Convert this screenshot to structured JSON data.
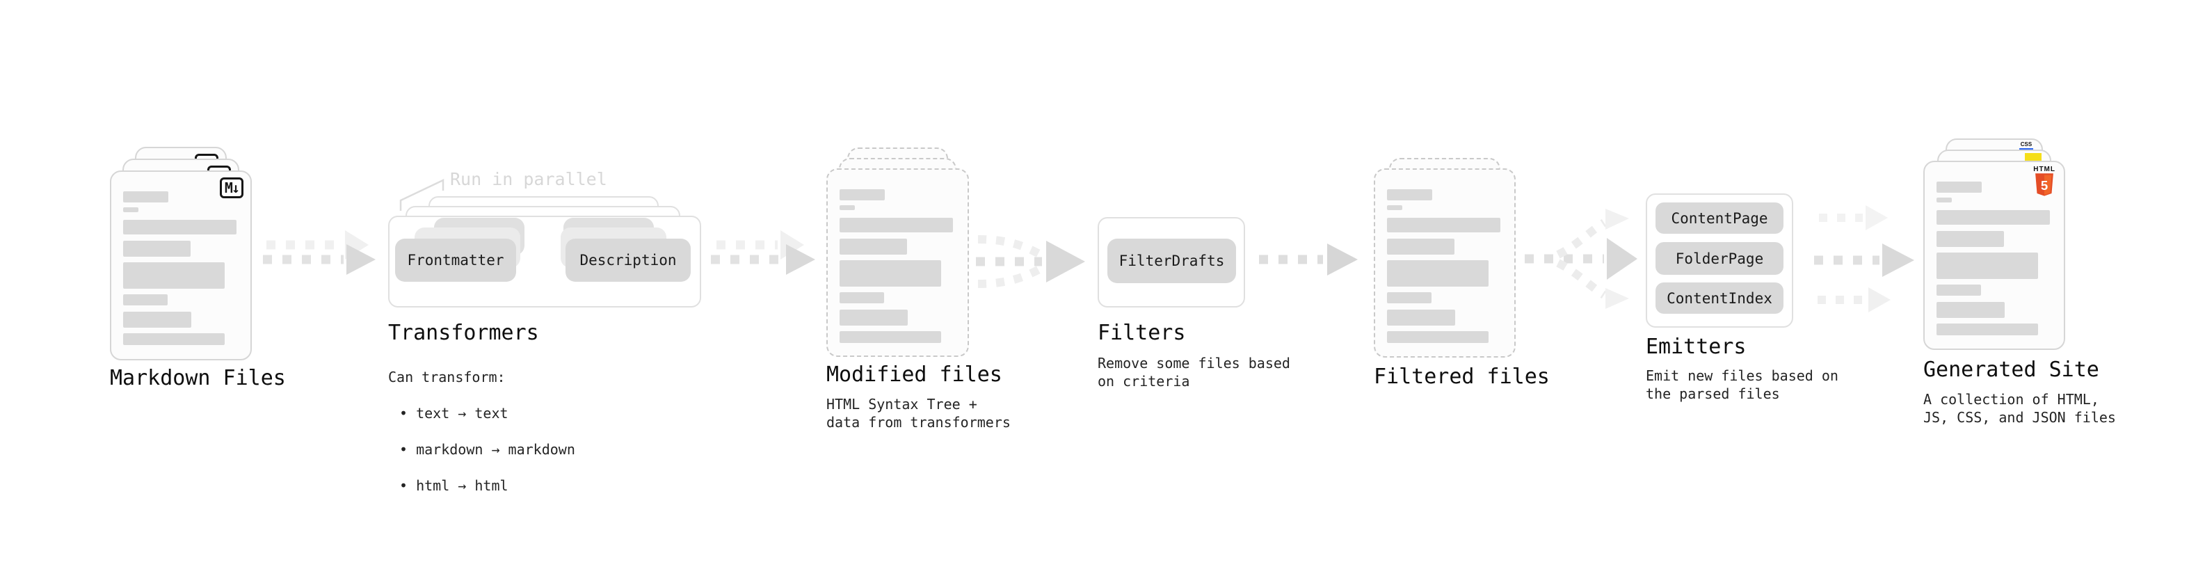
{
  "stages": {
    "markdown": {
      "label": "Markdown Files",
      "badge": "M↓"
    },
    "transformers": {
      "label": "Transformers",
      "note": "Run in parallel",
      "nodes": [
        "Frontmatter",
        "Description"
      ],
      "caption_heading": "Can transform:",
      "bullet": "•",
      "transforms": [
        "text → text",
        "markdown → markdown",
        "html → html"
      ]
    },
    "modified": {
      "label": "Modified files",
      "caption": "HTML Syntax Tree +\ndata from transformers"
    },
    "filters": {
      "label": "Filters",
      "nodes": [
        "FilterDrafts"
      ],
      "caption": "Remove some files based\non criteria"
    },
    "filtered": {
      "label": "Filtered files"
    },
    "emitters": {
      "label": "Emitters",
      "nodes": [
        "ContentPage",
        "FolderPage",
        "ContentIndex"
      ],
      "caption": "Emit new files based on\nthe parsed files"
    },
    "generated": {
      "label": "Generated Site",
      "caption": "A collection of HTML,\nJS, CSS, and JSON files",
      "badges": {
        "html_label": "HTML",
        "html_number": "5",
        "css_label": "CSS"
      }
    }
  },
  "colors": {
    "html5_orange": "#e44d26",
    "html5_orange_light": "#f16529",
    "js_yellow": "#f5de19",
    "css_blue": "#2965f1",
    "bar_gray": "#d9d9d9",
    "node_gray": "#d9d9d9",
    "outline_gray": "#e0e0e0",
    "arrow_gray": "#dedede",
    "arrow_light": "#efefef",
    "note_gray": "#d7d7d7",
    "text_dark": "#161616"
  }
}
